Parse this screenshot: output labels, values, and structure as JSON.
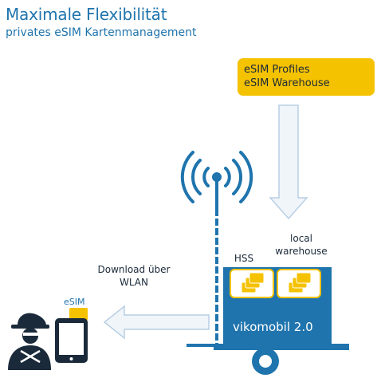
{
  "title": "Maximale Flexibilität",
  "subtitle": "privates eSIM Kartenmanagement",
  "warehouse_label": "eSIM Profiles\neSIM Warehouse",
  "local_warehouse_label": "local\nwarehouse",
  "hss_label": "HSS",
  "download_label": "Download über\nWLAN",
  "esim_label": "eSIM",
  "vehicle_label": "vikomobil 2.0",
  "colors": {
    "brand_blue": "#1f74ad",
    "yellow": "#f5c200",
    "arrow_fill": "#f0f5fa",
    "arrow_stroke": "#b8cfe3",
    "dark": "#1b2a3a"
  },
  "icons": [
    "antenna-icon",
    "sim-card-icon",
    "firefighter-icon",
    "smartphone-icon",
    "wheel-icon"
  ]
}
